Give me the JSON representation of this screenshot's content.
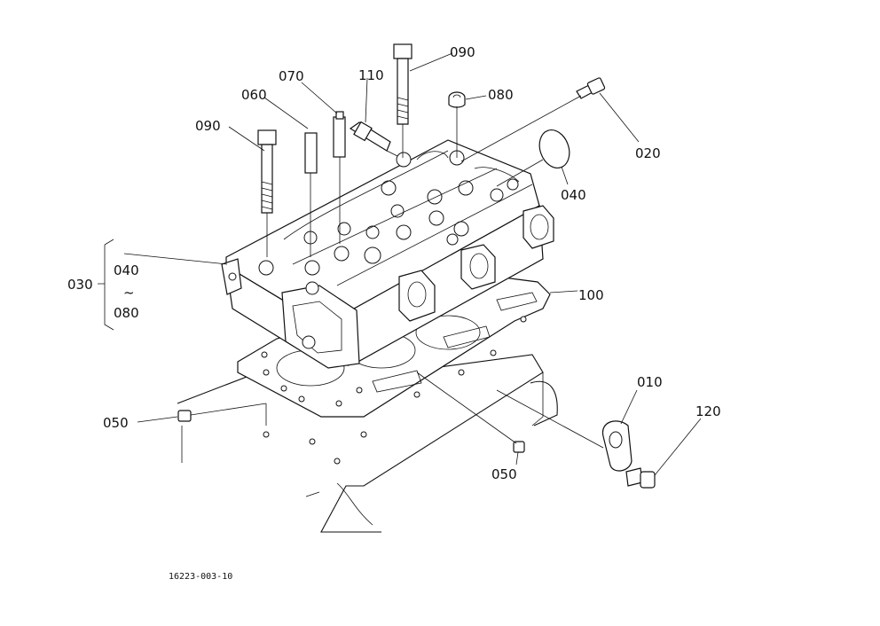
{
  "labels": {
    "p090a": "090",
    "p090b": "090",
    "p060": "060",
    "p070": "070",
    "p110": "110",
    "p080a": "080",
    "p020": "020",
    "p040a": "040",
    "p100": "100",
    "p030": "030",
    "p040b": "040",
    "tilde": "~",
    "p080b": "080",
    "p050a": "050",
    "p050b": "050",
    "p010": "010",
    "p120": "120"
  },
  "figure_code": "16223-003-10"
}
